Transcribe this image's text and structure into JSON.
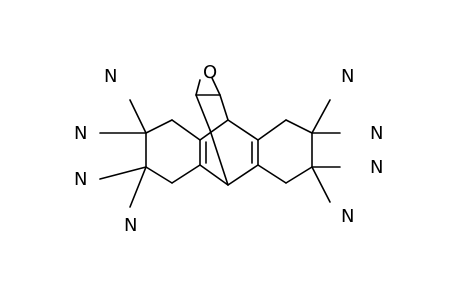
{
  "molecule": {
    "atom_labels": {
      "oxygen": "O",
      "cn_left_1": "N",
      "cn_left_2": "N",
      "cn_left_3": "N",
      "cn_left_4": "N",
      "cn_right_1": "N",
      "cn_right_2": "N",
      "cn_right_3": "N",
      "cn_right_4": "N"
    },
    "colors": {
      "bond": "#000000",
      "background": "#ffffff"
    }
  }
}
